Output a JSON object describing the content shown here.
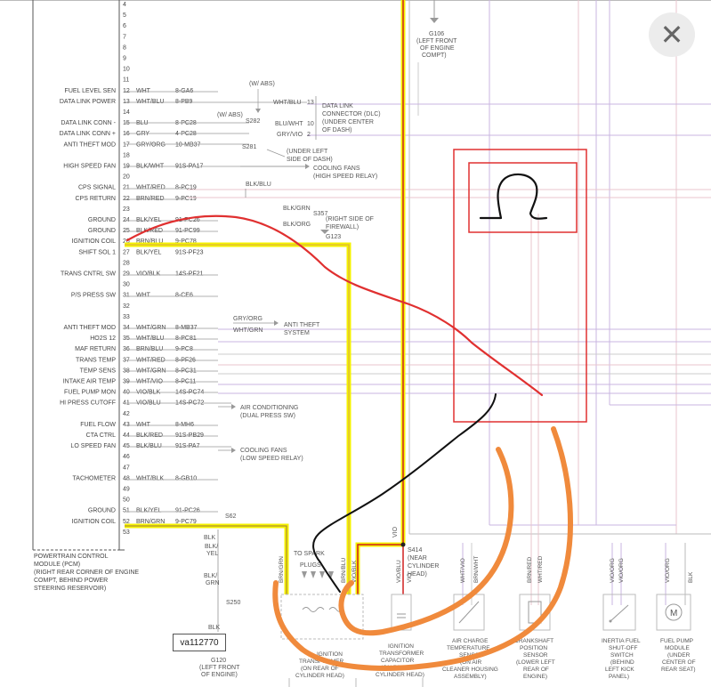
{
  "ui": {
    "close_glyph": "✕",
    "close_icon": "close-icon"
  },
  "pcm": {
    "title_lines": [
      "POWERTRAIN CONTROL",
      "MODULE (PCM)",
      "(RIGHT REAR CORNER OF ENGINE",
      "COMPT, BEHIND POWER",
      "STEERING RESERVOIR)"
    ],
    "pins": [
      {
        "num": "4",
        "name": "",
        "color": "",
        "circuit": ""
      },
      {
        "num": "5",
        "name": "",
        "color": "",
        "circuit": ""
      },
      {
        "num": "6",
        "name": "",
        "color": "",
        "circuit": ""
      },
      {
        "num": "7",
        "name": "",
        "color": "",
        "circuit": ""
      },
      {
        "num": "8",
        "name": "",
        "color": "",
        "circuit": ""
      },
      {
        "num": "9",
        "name": "",
        "color": "",
        "circuit": ""
      },
      {
        "num": "10",
        "name": "",
        "color": "",
        "circuit": ""
      },
      {
        "num": "11",
        "name": "",
        "color": "",
        "circuit": ""
      },
      {
        "num": "12",
        "name": "FUEL LEVEL SEN",
        "color": "WHT",
        "circuit": "8-GA6"
      },
      {
        "num": "13",
        "name": "DATA LINK POWER",
        "color": "WHT/BLU",
        "circuit": "8-PB9"
      },
      {
        "num": "14",
        "name": "",
        "color": "",
        "circuit": ""
      },
      {
        "num": "15",
        "name": "DATA LINK CONN -",
        "color": "BLU",
        "circuit": "8-PC28"
      },
      {
        "num": "16",
        "name": "DATA LINK CONN +",
        "color": "GRY",
        "circuit": "4-PC28"
      },
      {
        "num": "17",
        "name": "ANTI THEFT MOD",
        "color": "GRY/ORG",
        "circuit": "10-MB37"
      },
      {
        "num": "18",
        "name": "",
        "color": "",
        "circuit": ""
      },
      {
        "num": "19",
        "name": "HIGH SPEED FAN",
        "color": "BLK/WHT",
        "circuit": "91S-PA17"
      },
      {
        "num": "20",
        "name": "",
        "color": "",
        "circuit": ""
      },
      {
        "num": "21",
        "name": "CPS SIGNAL",
        "color": "WHT/RED",
        "circuit": "8-PC19"
      },
      {
        "num": "22",
        "name": "CPS RETURN",
        "color": "BRN/RED",
        "circuit": "9-PC19"
      },
      {
        "num": "23",
        "name": "",
        "color": "",
        "circuit": ""
      },
      {
        "num": "24",
        "name": "GROUND",
        "color": "BLK/YEL",
        "circuit": "91-PC26"
      },
      {
        "num": "25",
        "name": "GROUND",
        "color": "BLK/RED",
        "circuit": "91-PC99"
      },
      {
        "num": "26",
        "name": "IGNITION COIL",
        "color": "BRN/BLU",
        "circuit": "9-PC78"
      },
      {
        "num": "27",
        "name": "SHIFT SOL 1",
        "color": "BLK/YEL",
        "circuit": "91S-PF23"
      },
      {
        "num": "28",
        "name": "",
        "color": "",
        "circuit": ""
      },
      {
        "num": "29",
        "name": "TRANS CNTRL SW",
        "color": "VIO/BLK",
        "circuit": "14S-PF21"
      },
      {
        "num": "30",
        "name": "",
        "color": "",
        "circuit": ""
      },
      {
        "num": "31",
        "name": "P/S PRESS SW",
        "color": "WHT",
        "circuit": "8-CE6"
      },
      {
        "num": "32",
        "name": "",
        "color": "",
        "circuit": ""
      },
      {
        "num": "33",
        "name": "",
        "color": "",
        "circuit": ""
      },
      {
        "num": "34",
        "name": "ANTI THEFT MOD",
        "color": "WHT/GRN",
        "circuit": "8-MB37"
      },
      {
        "num": "35",
        "name": "HO2S 12",
        "color": "WHT/BLU",
        "circuit": "8-PC81"
      },
      {
        "num": "36",
        "name": "MAF RETURN",
        "color": "BRN/BLU",
        "circuit": "9-PC8"
      },
      {
        "num": "37",
        "name": "TRANS TEMP",
        "color": "WHT/RED",
        "circuit": "8-PF26"
      },
      {
        "num": "38",
        "name": "TEMP SENS",
        "color": "WHT/GRN",
        "circuit": "8-PC31"
      },
      {
        "num": "39",
        "name": "INTAKE AIR TEMP",
        "color": "WHT/VIO",
        "circuit": "8-PC11"
      },
      {
        "num": "40",
        "name": "FUEL PUMP MON",
        "color": "VIO/BLK",
        "circuit": "14S-PC74"
      },
      {
        "num": "41",
        "name": "HI PRESS CUTOFF",
        "color": "VIO/BLU",
        "circuit": "14S-PC72"
      },
      {
        "num": "42",
        "name": "",
        "color": "",
        "circuit": ""
      },
      {
        "num": "43",
        "name": "FUEL FLOW",
        "color": "WHT",
        "circuit": "8-MH6"
      },
      {
        "num": "44",
        "name": "CTA CTRL",
        "color": "BLK/RED",
        "circuit": "91S-PB29"
      },
      {
        "num": "45",
        "name": "LO SPEED FAN",
        "color": "BLK/BLU",
        "circuit": "91S-PA7"
      },
      {
        "num": "46",
        "name": "",
        "color": "",
        "circuit": ""
      },
      {
        "num": "47",
        "name": "",
        "color": "",
        "circuit": ""
      },
      {
        "num": "48",
        "name": "TACHOMETER",
        "color": "WHT/BLK",
        "circuit": "8-GB10"
      },
      {
        "num": "49",
        "name": "",
        "color": "",
        "circuit": ""
      },
      {
        "num": "50",
        "name": "",
        "color": "",
        "circuit": ""
      },
      {
        "num": "51",
        "name": "GROUND",
        "color": "BLK/YEL",
        "circuit": "91-PC26"
      },
      {
        "num": "52",
        "name": "IGNITION COIL",
        "color": "BRN/GRN",
        "circuit": "9-PC79"
      },
      {
        "num": "53",
        "name": "",
        "color": "",
        "circuit": ""
      }
    ]
  },
  "notes": {
    "w_abs_1": "(W/ ABS)",
    "w_abs_2": "(W/ ABS)",
    "s282": "S282",
    "s281": "S281",
    "blu_wht": "BLU/WHT",
    "gry_vio": "GRY/VIO",
    "wht_blu": "WHT/BLU",
    "pin13": "13",
    "pin10": "10",
    "pin2": "2",
    "dlc": [
      "DATA LINK",
      "CONNECTOR (DLC)",
      "(UNDER CENTER",
      "OF DASH)"
    ],
    "under_left": [
      "(UNDER LEFT",
      "SIDE OF DASH)"
    ],
    "cooling_high": [
      "COOLING FANS",
      "(HIGH SPEED RELAY)"
    ],
    "blk_blu_1": "BLK/BLU",
    "blk_grn": "BLK/GRN",
    "s357": "S357",
    "blk_org": "BLK/ORG",
    "right_side": [
      "(RIGHT SIDE OF",
      "FIREWALL)"
    ],
    "g123": "G123",
    "gry_org": "GRY/ORG",
    "wht_grn": "WHT/GRN",
    "anti_theft": [
      "ANTI THEFT",
      "SYSTEM"
    ],
    "air_cond": [
      "AIR CONDITIONING",
      "(DUAL PRESS SW)"
    ],
    "cooling_low": [
      "COOLING FANS",
      "(LOW SPEED RELAY)"
    ],
    "s62": "S62",
    "g106": [
      "G106",
      "(LEFT FRONT",
      "OF ENGINE",
      "COMPT)"
    ],
    "blk_top": "BLK",
    "blk_yel": [
      "BLK/",
      "YEL"
    ],
    "blk_grn2": [
      "BLK/",
      "GRN"
    ],
    "s250": "S250",
    "blk_bottom": "BLK",
    "g120": [
      "G120",
      "(LEFT FRONT",
      "OF ENGINE)"
    ],
    "va_box": "va112770",
    "to_spark": [
      "TO SPARK",
      "PLUGS"
    ],
    "s414": [
      "S414",
      "(NEAR",
      "CYLINDER",
      "HEAD)"
    ],
    "vio": "VIO",
    "wire_labels_bottom": [
      "BRN/GRN",
      "BRN/BLU",
      "VIO/BLK",
      "VIO/BLU",
      "VIO",
      "WHT/VIO",
      "BRN/WHT",
      "BRN/RED",
      "WHT/RED",
      "VIO/ORG",
      "VIO/ORG",
      "VIO/ORG",
      "BLK"
    ],
    "ign_trans_1": [
      "IGNITION",
      "TRANSFORMER",
      "(ON REAR OF",
      "CYLINDER HEAD)"
    ],
    "ign_trans_2": [
      "IGNITION",
      "TRANSFORMER",
      "CAPACITOR",
      "(ON REAR OF",
      "CYLINDER HEAD)"
    ],
    "air_charge": [
      "AIR CHARGE",
      "TEMPERATURE",
      "SENSOR",
      "(ON AIR",
      "CLEANER HOUSING",
      "ASSEMBLY)"
    ],
    "crank": [
      "CRANKSHAFT",
      "POSITION",
      "SENSOR",
      "(LOWER LEFT",
      "REAR OF",
      "ENGINE)"
    ],
    "inertia": [
      "INERTIA FUEL",
      "SHUT-OFF",
      "SWITCH",
      "(BEHIND",
      "LEFT KICK",
      "PANEL)"
    ],
    "fuel_pump": [
      "FUEL PUMP",
      "MODULE",
      "(UNDER",
      "CENTER OF",
      "REAR SEAT)"
    ],
    "motor_m": "M"
  },
  "colors": {
    "highlight_yellow": "#f5f200",
    "ann_red": "#e03030",
    "ann_orange": "#f08a3c",
    "ann_black": "#111111",
    "wire_red": "#d02020",
    "wire_yellow": "#f0d000"
  }
}
